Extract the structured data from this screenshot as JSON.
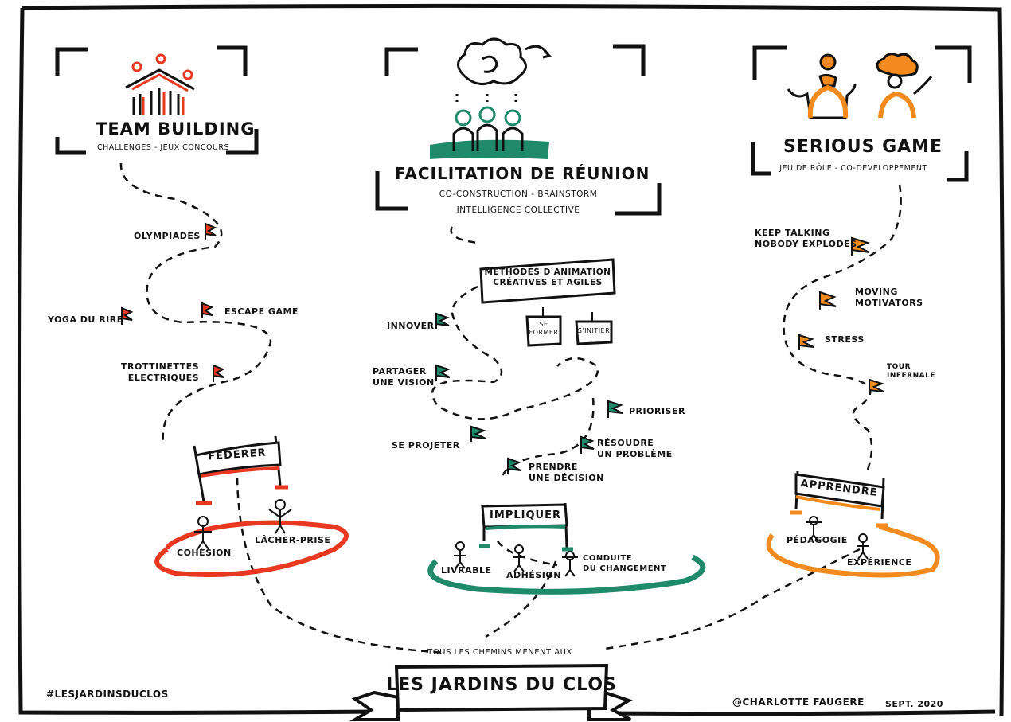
{
  "colors": {
    "teal": "#1e8a6a",
    "red": "#e8381f",
    "orange": "#f28a1d",
    "ink": "#111111"
  },
  "team_building": {
    "title": "TEAM BUILDING",
    "subtitle": "CHALLENGES - JEUX CONCOURS",
    "flags": [
      "OLYMPIADES",
      "YOGA DU RIRE",
      "ESCAPE GAME",
      "TROTTINETTES\nELECTRIQUES"
    ],
    "banner": "FÉDÉRER",
    "figures": [
      "COHÉSION",
      "LÂCHER-PRISE"
    ]
  },
  "facilitation": {
    "title": "FACILITATION DE RÉUNION",
    "subtitle1": "CO-CONSTRUCTION - BRAINSTORM",
    "subtitle2": "INTELLIGENCE COLLECTIVE",
    "methods_sign": "MÉTHODES D'ANIMATION\nCRÉATIVES ET AGILES",
    "sub_signs": [
      "SE\nFORMER",
      "S'INITIER"
    ],
    "flags": [
      "INNOVER",
      "PARTAGER\nUNE VISION",
      "SE PROJETER",
      "PRIORISER",
      "RÉSOUDRE\nUN PROBLÈME",
      "PRENDRE\nUNE DÉCISION"
    ],
    "banner": "IMPLIQUER",
    "figures": [
      "LIVRABLE",
      "ADHÉSION",
      "CONDUITE\nDU CHANGEMENT"
    ]
  },
  "serious_game": {
    "title": "SERIOUS GAME",
    "subtitle": "JEU DE RÔLE - CO-DÉVELOPPEMENT",
    "flags": [
      "KEEP TALKING\nNOBODY EXPLODES",
      "MOVING\nMOTIVATORS",
      "STRESS",
      "TOUR\nINFERNALE"
    ],
    "banner": "APPRENDRE",
    "figures": [
      "PÉDAGOGIE",
      "EXPÉRIENCE"
    ]
  },
  "footer": {
    "tagline": "TOUS LES CHEMINS MÈNENT AUX",
    "destination": "LES JARDINS DU CLOS",
    "hashtag": "#LESJARDINSDUCLOS",
    "credit": "@CHARLOTTE FAUGÈRE",
    "date": "SEPT. 2020"
  }
}
